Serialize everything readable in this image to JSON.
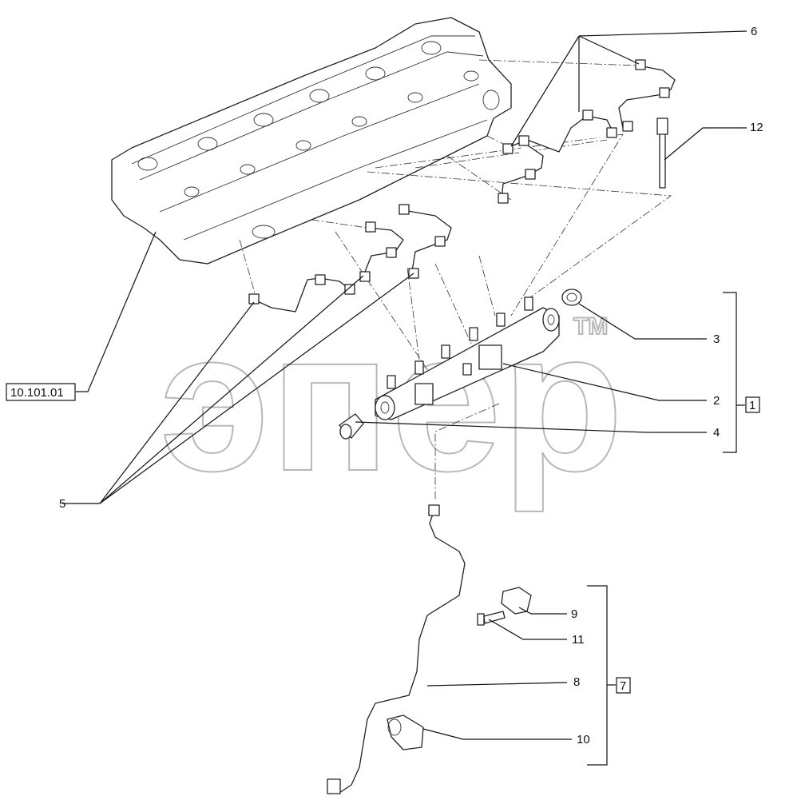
{
  "watermark": {
    "text": "эпер",
    "mark": "TM"
  },
  "labels": {
    "l1": "1",
    "l2": "2",
    "l3": "3",
    "l4": "4",
    "l5": "5",
    "l6": "6",
    "l7": "7",
    "l8": "8",
    "l9": "9",
    "l10": "10",
    "l11": "11",
    "l12": "12",
    "ref": "10.101.01"
  }
}
